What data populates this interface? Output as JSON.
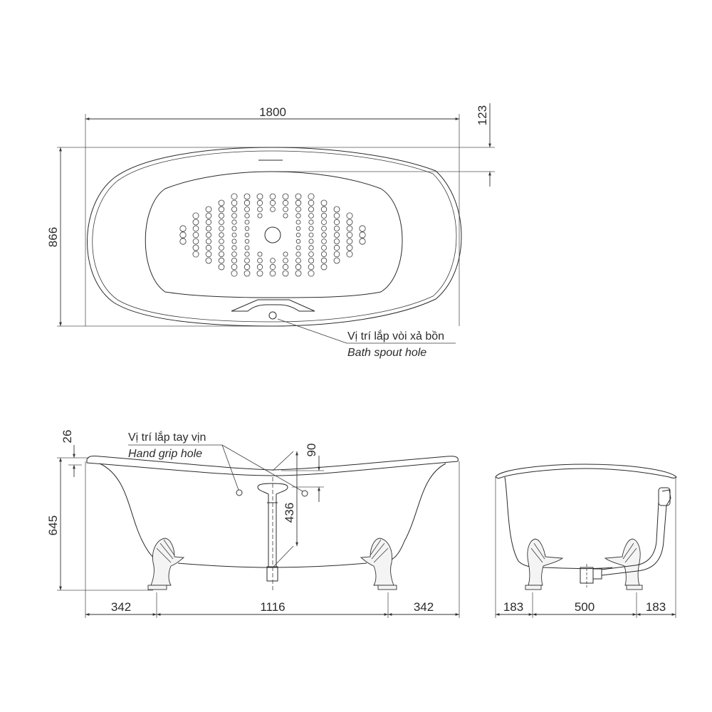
{
  "drawing": {
    "title": "Freestanding clawfoot bathtub technical drawing",
    "line_color": "#2a2a2a",
    "background": "#ffffff"
  },
  "top_view": {
    "dim_length": "1800",
    "dim_width": "866",
    "dim_spout_offset": "123",
    "callout_vi": "Vị trí lắp vòi xả bồn",
    "callout_en": "Bath spout hole"
  },
  "front_view": {
    "dim_rim_thickness": "26",
    "dim_height": "645",
    "dim_grip_offset": "90",
    "dim_drain_height": "436",
    "dim_left_overhang": "342",
    "dim_feet_spacing": "1116",
    "dim_right_overhang": "342",
    "callout_vi": "Vị trí lắp tay vịn",
    "callout_en": "Hand grip hole"
  },
  "side_view": {
    "dim_left_overhang": "183",
    "dim_feet_spacing": "500",
    "dim_right_overhang": "183"
  }
}
